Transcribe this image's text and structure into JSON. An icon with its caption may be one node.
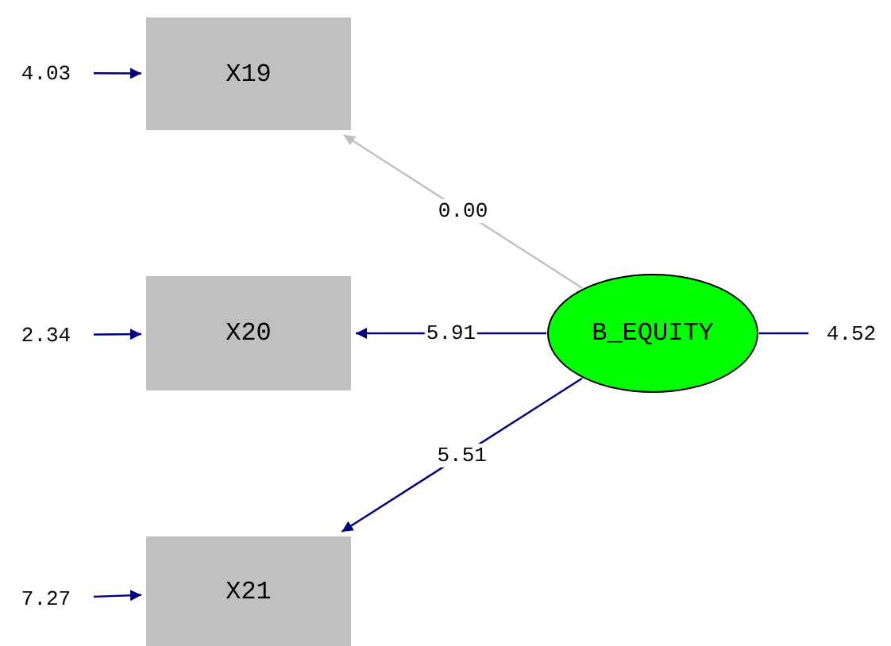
{
  "diagram": {
    "nodes": [
      {
        "text": [
          "4.03"
        ]
      },
      {
        "text": [
          "X19"
        ]
      },
      {
        "text": [
          "2.34"
        ]
      },
      {
        "text": [
          "X20"
        ]
      },
      {
        "text": [
          "B_EQUITY"
        ]
      },
      {
        "text": [
          "4.52"
        ]
      },
      {
        "text": [
          "7.27"
        ]
      },
      {
        "text": [
          "X21"
        ]
      }
    ],
    "edges": [
      {
        "from": 0,
        "to": 1,
        "arrow": "to"
      },
      {
        "from": 2,
        "to": 3,
        "arrow": "to"
      },
      {
        "from": 6,
        "to": 7,
        "arrow": "to"
      },
      {
        "from": 4,
        "to": 1,
        "arrow": "to",
        "label": "0.00",
        "color": "#c0c0c0"
      },
      {
        "from": 4,
        "to": 3,
        "arrow": "to",
        "label": "5.91"
      },
      {
        "from": 4,
        "to": 7,
        "arrow": "to",
        "label": "5.51"
      },
      {
        "from": 4,
        "to": 5,
        "arrow": "none"
      }
    ]
  }
}
